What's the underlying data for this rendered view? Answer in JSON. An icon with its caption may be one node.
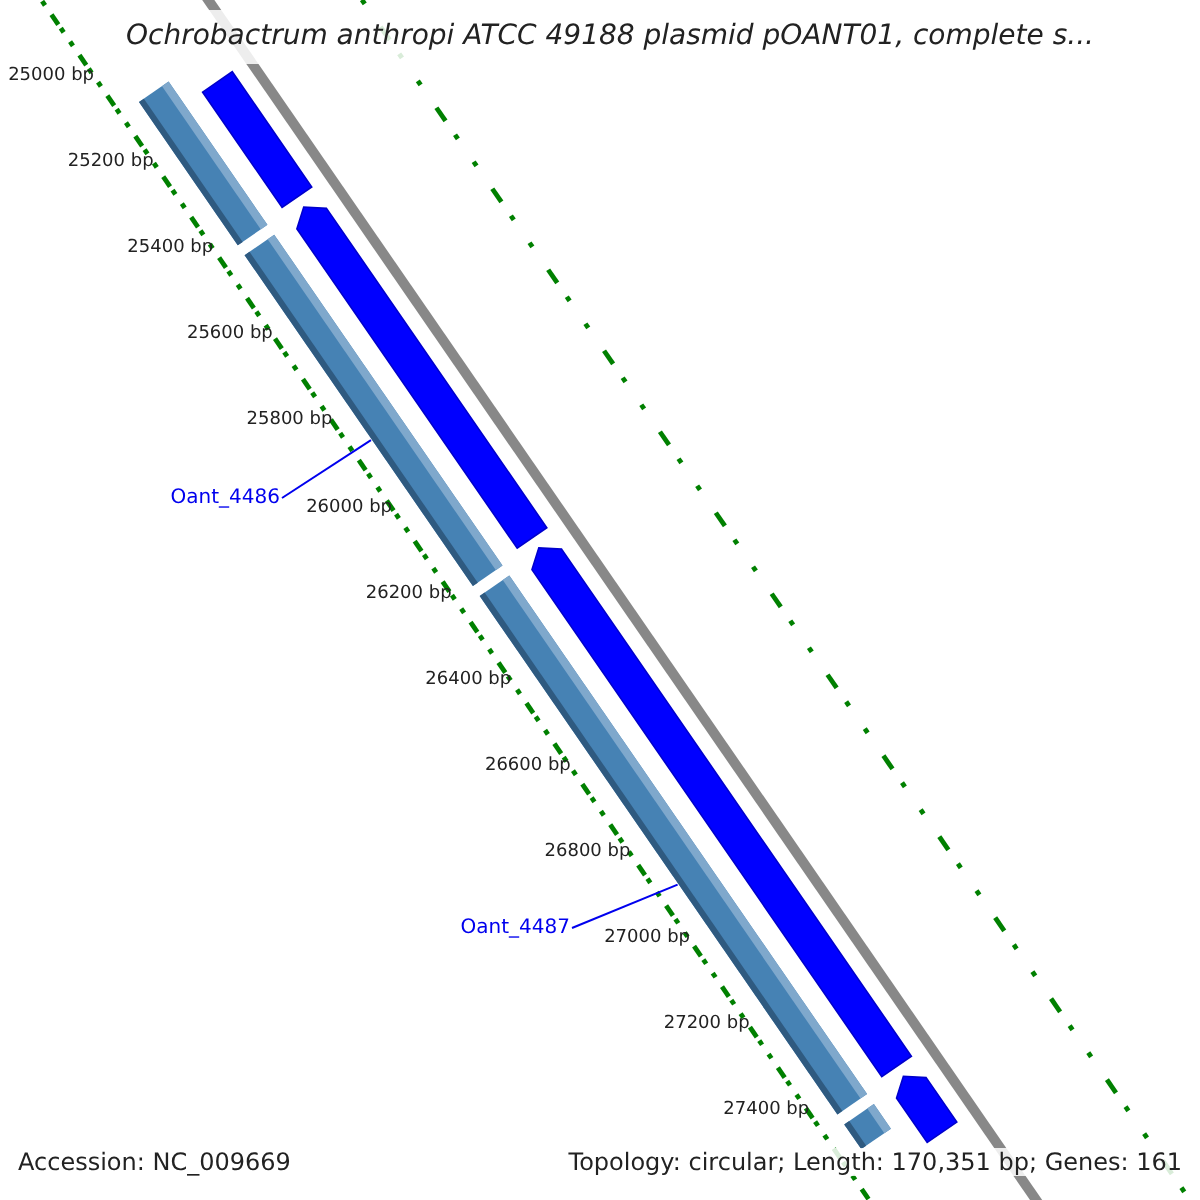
{
  "diagram": {
    "title": "Ochrobactrum anthropi ATCC 49188 plasmid pOANT01, complete s...",
    "nodes": [
      {
        "text": [],
        "shape": "bar"
      },
      {
        "text": [],
        "shape": "arrow"
      },
      {
        "text": [
          "Oant_4486"
        ]
      },
      {
        "text": [],
        "shape": "bar"
      },
      {
        "text": [],
        "shape": "arrow"
      },
      {
        "text": [
          "Oant_4487"
        ]
      },
      {
        "text": [],
        "shape": "bar"
      },
      {
        "text": [],
        "shape": "arrow"
      },
      {
        "text": [],
        "shape": "bar"
      },
      {
        "text": [],
        "shape": "arrow"
      }
    ],
    "edges": [
      {
        "from": 2,
        "to": 3,
        "arrow": "none"
      },
      {
        "from": 5,
        "to": 6,
        "arrow": "none"
      }
    ],
    "labels": [
      "25000 bp",
      "25200 bp",
      "25400 bp",
      "25600 bp",
      "25800 bp",
      "26000 bp",
      "26200 bp",
      "26400 bp",
      "26600 bp",
      "26800 bp",
      "27000 bp",
      "27200 bp",
      "27400 bp",
      "Accession: NC_009669",
      "Topology: circular; Length: 170,351 bp; Genes: 161"
    ]
  }
}
